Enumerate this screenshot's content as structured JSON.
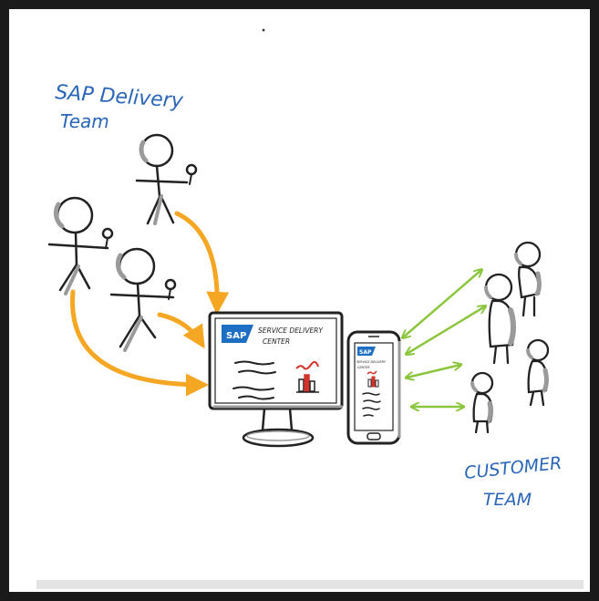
{
  "labels": {
    "sap_delivery_line1": "SAP Delivery",
    "sap_delivery_line2": "Team",
    "customer_line1": "CUSTOMER",
    "customer_line2": "TEAM"
  },
  "monitor": {
    "logo_text": "SAP",
    "title_line1": "SERVICE DELIVERY",
    "title_line2": "CENTER"
  },
  "phone": {
    "logo_text": "SAP",
    "title_line1": "SERVICE DELIVERY",
    "title_line2": "CENTER"
  },
  "colors": {
    "board": "#ffffff",
    "frame": "#1a1a1a",
    "sap_blue": "#1e6fc3",
    "label_blue": "#2a66b8",
    "orange_arrow": "#f5a623",
    "green_arrow": "#8cc63f",
    "ink": "#222222",
    "shadow_gray": "#9a9a9a",
    "chart_red": "#d0342c"
  }
}
